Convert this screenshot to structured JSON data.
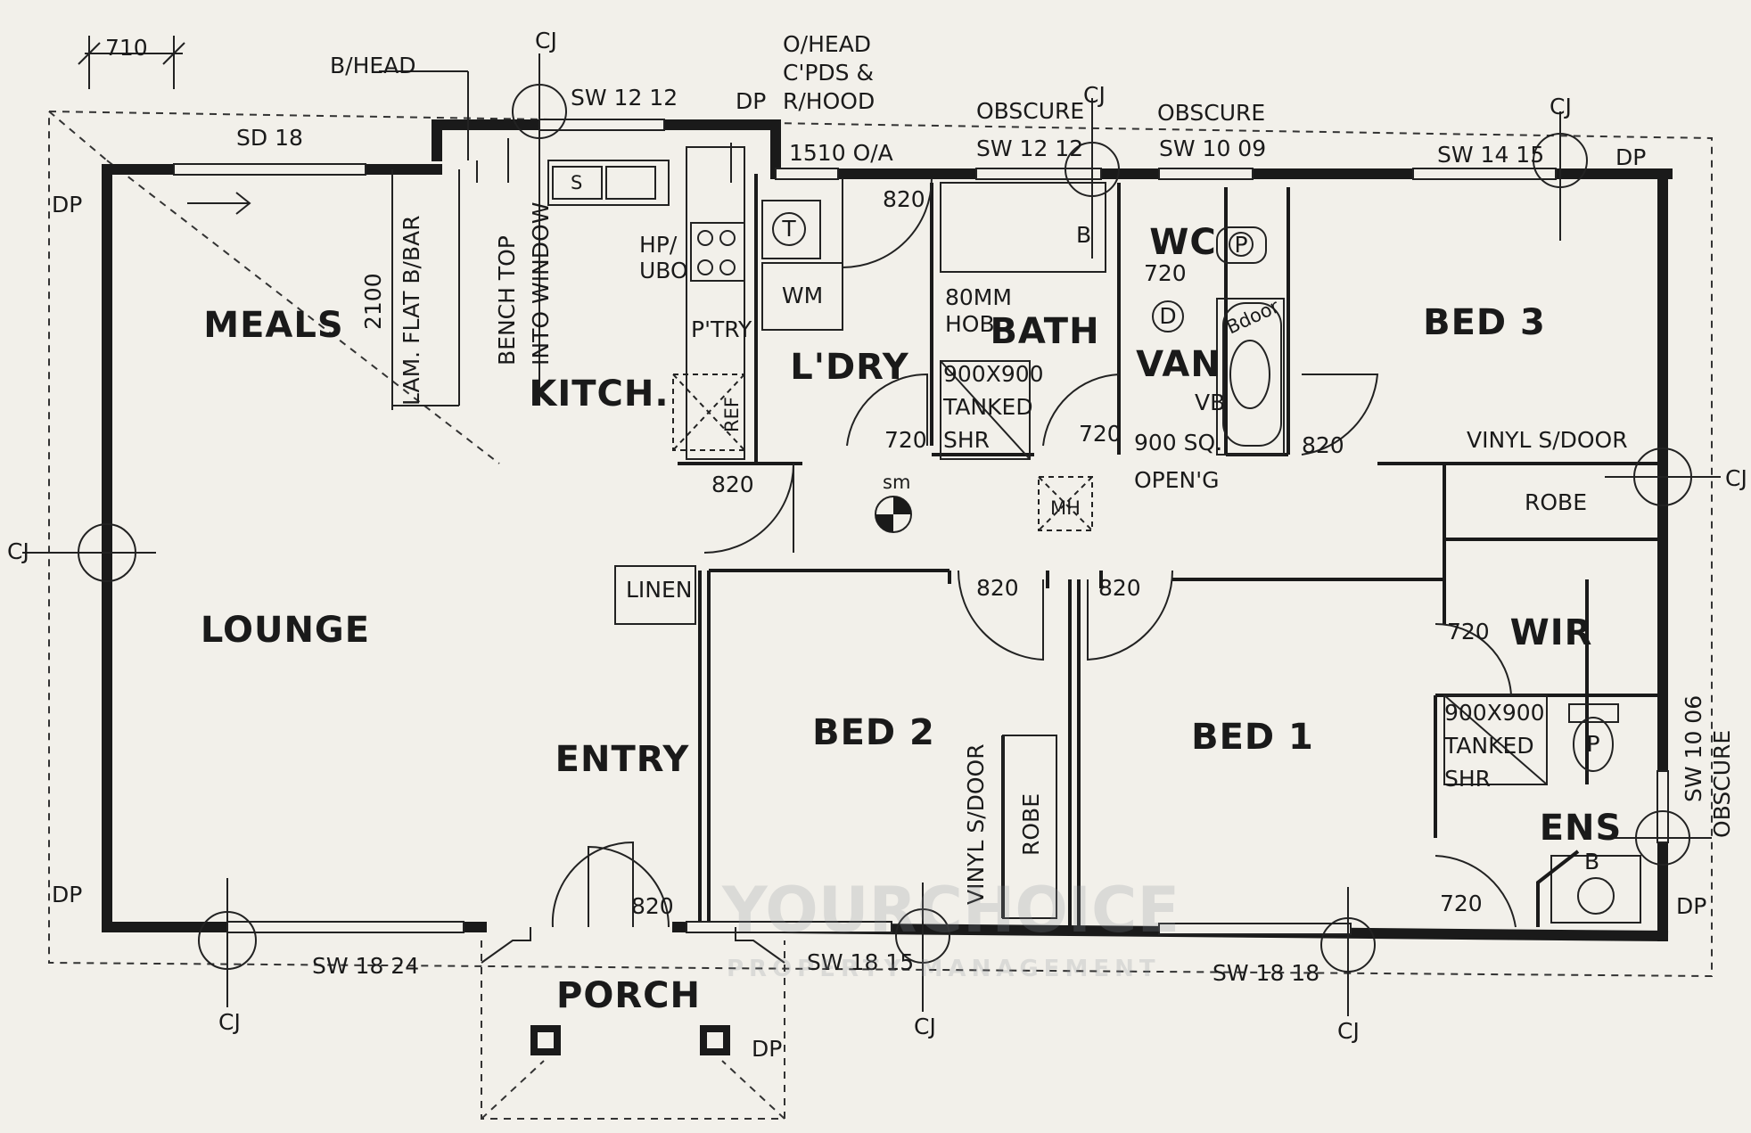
{
  "dims": {
    "top_left": "710",
    "kitchen_bench": "2100"
  },
  "notes": {
    "bhead": "B/HEAD",
    "ohead_1": "O/HEAD",
    "ohead_2": "C'PDS &",
    "ohead_3": "R/HOOD",
    "dp": "DP",
    "cj": "CJ",
    "sd18": "SD 18",
    "lam": "LAM. FLAT B/BAR",
    "bench": "BENCH TOP",
    "into_window": "INTO WINDOW",
    "hp": "HP/",
    "ubo": "UBO",
    "ptry": "P'TRY",
    "ref": "REF",
    "sink": "S",
    "t": "T",
    "wm": "WM",
    "obscure": "OBSCURE",
    "oa": "1510 O/A",
    "mm80": "80MM",
    "hob": "HOB",
    "shr1": "900X900",
    "shr2": "TANKED",
    "shr3": "SHR",
    "b": "B",
    "p": "P",
    "d": "D",
    "vb": "VB",
    "sq": "900 SQ.",
    "openg": "OPEN'G",
    "vinyl": "VINYL S/DOOR",
    "robe": "ROBE",
    "linen": "LINEN",
    "sm": "sm",
    "mh": "MH",
    "bdoor": "Bdoor"
  },
  "windows": {
    "sw1212a": "SW 12 12",
    "sw1212b": "SW 12 12",
    "sw1009": "SW 10 09",
    "sw1415": "SW 14 15",
    "sw1824": "SW 18 24",
    "sw1815": "SW 18 15",
    "sw1818": "SW 18 18",
    "sw1006": "SW 10 06"
  },
  "doors": {
    "d820": "820",
    "d720": "720"
  },
  "rooms": {
    "meals": "MEALS",
    "kitchen": "KITCH.",
    "laundry": "L'DRY",
    "bath": "BATH",
    "wc": "WC",
    "van": "VAN",
    "bed3": "BED 3",
    "lounge": "LOUNGE",
    "entry": "ENTRY",
    "bed2": "BED 2",
    "bed1": "BED 1",
    "wir": "WIR",
    "ens": "ENS",
    "porch": "PORCH"
  },
  "watermark": {
    "line1": "YOURCHOICE",
    "line2": "PROPERTY MANAGEMENT"
  }
}
